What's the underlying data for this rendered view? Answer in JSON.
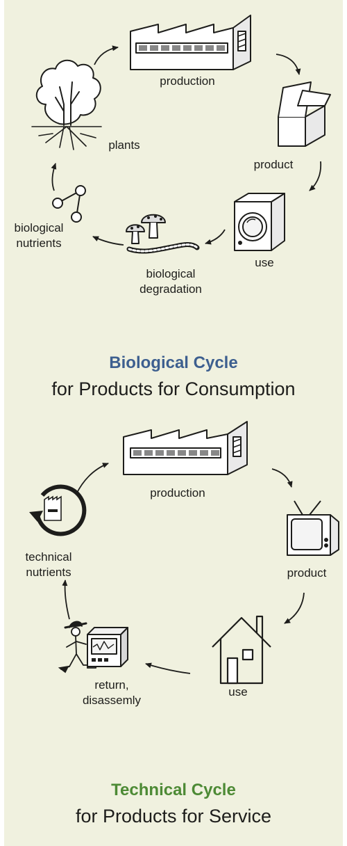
{
  "biological": {
    "labels": {
      "production": "production",
      "plants": "plants",
      "product": "product",
      "biological_nutrients": "biological\nnutrients",
      "use": "use",
      "biological_degradation": "biological\ndegradation"
    },
    "title": "Biological Cycle",
    "subtitle": "for Products for Consumption",
    "title_color": "#3d5f8f"
  },
  "technical": {
    "labels": {
      "production": "production",
      "product": "product",
      "technical_nutrients": "technical\nnutrients",
      "use": "use",
      "return_disassembly": "return,\ndisassemly"
    },
    "title": "Technical Cycle",
    "subtitle": "for Products for Service",
    "title_color": "#4d8a35"
  },
  "icons": [
    "factory-icon",
    "tree-icon",
    "open-box-icon",
    "washing-machine-icon",
    "mushroom-icon",
    "worm-icon",
    "molecule-icon",
    "television-icon",
    "house-icon",
    "recycle-factory-icon",
    "person-icon",
    "computer-icon"
  ]
}
